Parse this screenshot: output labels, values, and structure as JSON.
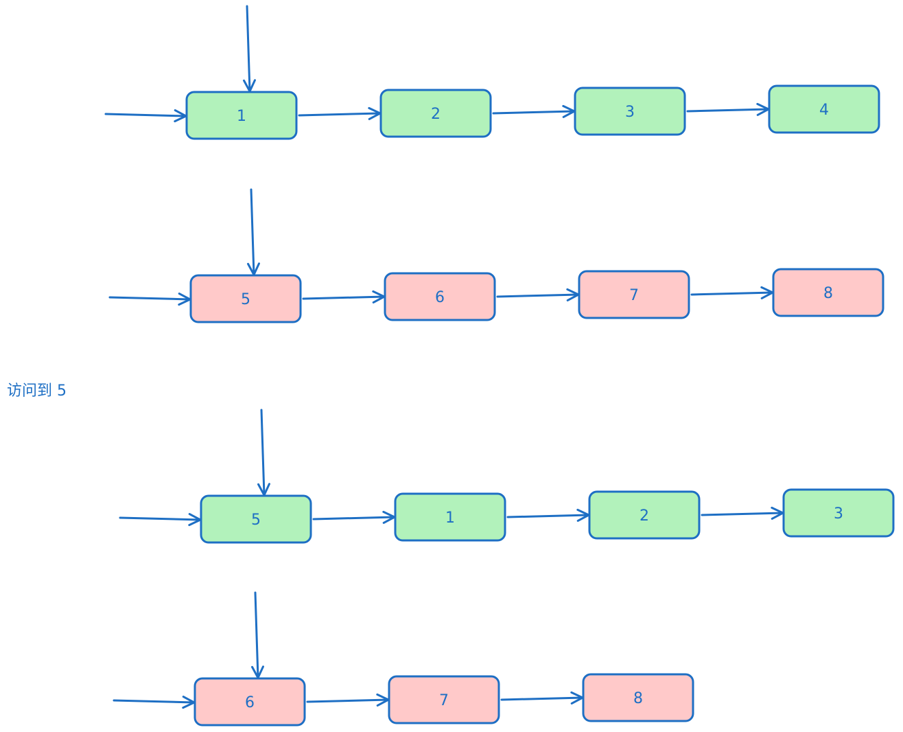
{
  "caption": "访问到 5",
  "colors": {
    "stroke": "#1e6fc4",
    "hot_fill": "#b2f2bb",
    "cold_fill": "#ffc9c9",
    "text": "#1e6fc4"
  },
  "lists": [
    {
      "name": "hot",
      "stage": "before",
      "nodes": [
        "1",
        "2",
        "3",
        "4"
      ]
    },
    {
      "name": "cold",
      "stage": "before",
      "nodes": [
        "5",
        "6",
        "7",
        "8"
      ]
    },
    {
      "name": "hot",
      "stage": "after",
      "nodes": [
        "5",
        "1",
        "2",
        "3"
      ]
    },
    {
      "name": "cold",
      "stage": "after",
      "nodes": [
        "6",
        "7",
        "8"
      ]
    }
  ]
}
